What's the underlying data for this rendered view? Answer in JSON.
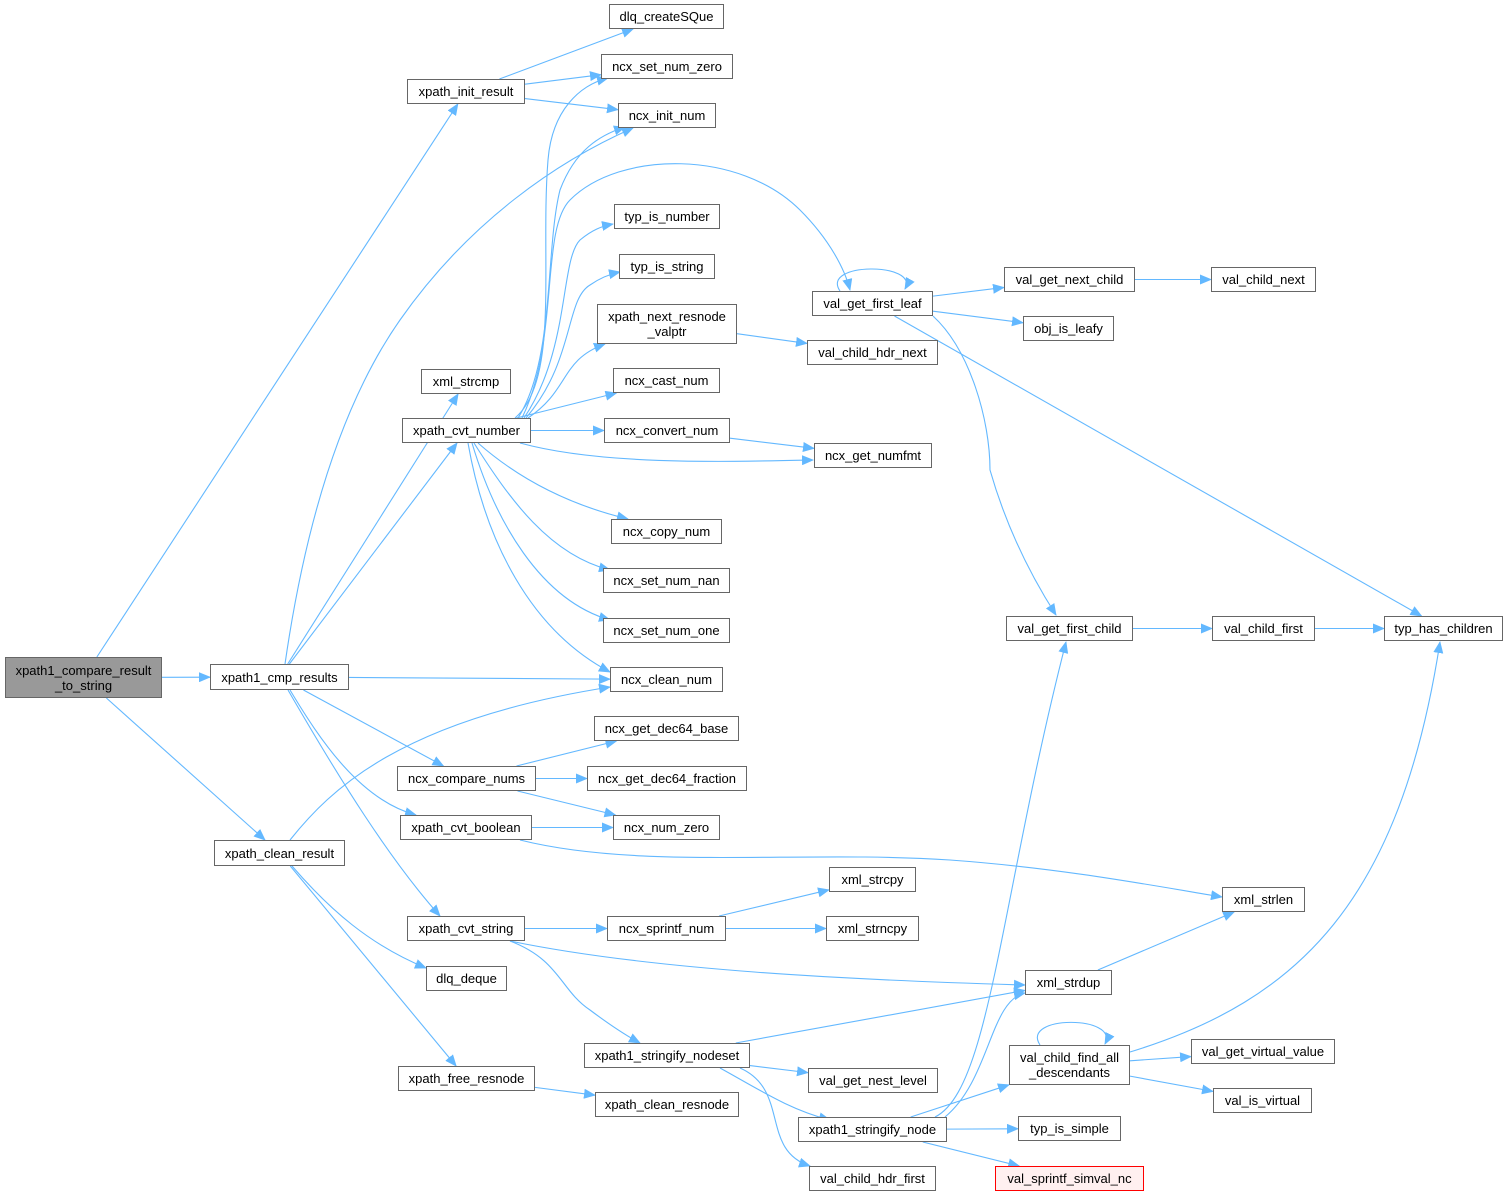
{
  "colors": {
    "edge": "#63b8ff",
    "node_border": "#666666",
    "root_fill": "#999999",
    "missing_border": "#ff0000",
    "missing_fill": "#fff0f0"
  },
  "nodes": {
    "root": [
      "xpath1_compare_result",
      "_to_string"
    ],
    "cmp_results": [
      "xpath1_cmp_results"
    ],
    "init_result": [
      "xpath_init_result"
    ],
    "xml_strcmp": [
      "xml_strcmp"
    ],
    "cvt_number": [
      "xpath_cvt_number"
    ],
    "compare_nums": [
      "ncx_compare_nums"
    ],
    "cvt_boolean": [
      "xpath_cvt_boolean"
    ],
    "clean_result": [
      "xpath_clean_result"
    ],
    "cvt_string": [
      "xpath_cvt_string"
    ],
    "dlq_deque": [
      "dlq_deque"
    ],
    "free_resnode": [
      "xpath_free_resnode"
    ],
    "createSQue": [
      "dlq_createSQue"
    ],
    "set_num_zero": [
      "ncx_set_num_zero"
    ],
    "init_num": [
      "ncx_init_num"
    ],
    "typ_is_number": [
      "typ_is_number"
    ],
    "typ_is_string": [
      "typ_is_string"
    ],
    "next_resnode": [
      "xpath_next_resnode",
      "_valptr"
    ],
    "cast_num": [
      "ncx_cast_num"
    ],
    "convert_num": [
      "ncx_convert_num"
    ],
    "copy_num": [
      "ncx_copy_num"
    ],
    "set_num_nan": [
      "ncx_set_num_nan"
    ],
    "set_num_one": [
      "ncx_set_num_one"
    ],
    "clean_num": [
      "ncx_clean_num"
    ],
    "dec64_base": [
      "ncx_get_dec64_base"
    ],
    "dec64_fraction": [
      "ncx_get_dec64_fraction"
    ],
    "num_zero": [
      "ncx_num_zero"
    ],
    "sprintf_num": [
      "ncx_sprintf_num"
    ],
    "stringify_nodeset": [
      "xpath1_stringify_nodeset"
    ],
    "clean_resnode": [
      "xpath_clean_resnode"
    ],
    "first_leaf": [
      "val_get_first_leaf"
    ],
    "child_hdr_next": [
      "val_child_hdr_next"
    ],
    "get_numfmt": [
      "ncx_get_numfmt"
    ],
    "xml_strcpy": [
      "xml_strcpy"
    ],
    "xml_strncpy": [
      "xml_strncpy"
    ],
    "nest_level": [
      "val_get_nest_level"
    ],
    "stringify_node": [
      "xpath1_stringify_node"
    ],
    "child_hdr_first": [
      "val_child_hdr_first"
    ],
    "next_child": [
      "val_get_next_child"
    ],
    "obj_is_leafy": [
      "obj_is_leafy"
    ],
    "first_child": [
      "val_get_first_child"
    ],
    "xml_strdup": [
      "xml_strdup"
    ],
    "find_all": [
      "val_child_find_all",
      "_descendants"
    ],
    "typ_is_simple": [
      "typ_is_simple"
    ],
    "sprintf_simval": [
      "val_sprintf_simval_nc"
    ],
    "child_next": [
      "val_child_next"
    ],
    "child_first": [
      "val_child_first"
    ],
    "xml_strlen": [
      "xml_strlen"
    ],
    "virtual_value": [
      "val_get_virtual_value"
    ],
    "is_virtual": [
      "val_is_virtual"
    ],
    "has_children": [
      "typ_has_children"
    ]
  },
  "edges": [
    [
      "root",
      "cmp_results"
    ],
    [
      "root",
      "init_result"
    ],
    [
      "root",
      "clean_result"
    ],
    [
      "cmp_results",
      "init_num"
    ],
    [
      "cmp_results",
      "xml_strcmp"
    ],
    [
      "cmp_results",
      "cvt_number"
    ],
    [
      "cmp_results",
      "clean_num"
    ],
    [
      "cmp_results",
      "compare_nums"
    ],
    [
      "cmp_results",
      "cvt_boolean"
    ],
    [
      "cmp_results",
      "cvt_string"
    ],
    [
      "init_result",
      "createSQue"
    ],
    [
      "init_result",
      "set_num_zero"
    ],
    [
      "init_result",
      "init_num"
    ],
    [
      "cvt_number",
      "set_num_zero"
    ],
    [
      "cvt_number",
      "init_num"
    ],
    [
      "cvt_number",
      "first_leaf"
    ],
    [
      "cvt_number",
      "typ_is_number"
    ],
    [
      "cvt_number",
      "typ_is_string"
    ],
    [
      "cvt_number",
      "next_resnode"
    ],
    [
      "cvt_number",
      "cast_num"
    ],
    [
      "cvt_number",
      "convert_num"
    ],
    [
      "cvt_number",
      "get_numfmt"
    ],
    [
      "cvt_number",
      "copy_num"
    ],
    [
      "cvt_number",
      "set_num_nan"
    ],
    [
      "cvt_number",
      "set_num_one"
    ],
    [
      "cvt_number",
      "clean_num"
    ],
    [
      "next_resnode",
      "child_hdr_next"
    ],
    [
      "convert_num",
      "get_numfmt"
    ],
    [
      "first_leaf",
      "first_leaf"
    ],
    [
      "first_leaf",
      "next_child"
    ],
    [
      "first_leaf",
      "obj_is_leafy"
    ],
    [
      "first_leaf",
      "has_children"
    ],
    [
      "first_leaf",
      "first_child"
    ],
    [
      "next_child",
      "child_next"
    ],
    [
      "first_child",
      "child_first"
    ],
    [
      "child_first",
      "has_children"
    ],
    [
      "compare_nums",
      "dec64_base"
    ],
    [
      "compare_nums",
      "dec64_fraction"
    ],
    [
      "compare_nums",
      "num_zero"
    ],
    [
      "cvt_boolean",
      "num_zero"
    ],
    [
      "cvt_boolean",
      "xml_strlen"
    ],
    [
      "clean_result",
      "clean_num"
    ],
    [
      "clean_result",
      "dlq_deque"
    ],
    [
      "clean_result",
      "free_resnode"
    ],
    [
      "cvt_string",
      "sprintf_num"
    ],
    [
      "cvt_string",
      "xml_strdup"
    ],
    [
      "cvt_string",
      "stringify_nodeset"
    ],
    [
      "sprintf_num",
      "xml_strcpy"
    ],
    [
      "sprintf_num",
      "xml_strncpy"
    ],
    [
      "xml_strdup",
      "xml_strlen"
    ],
    [
      "free_resnode",
      "clean_resnode"
    ],
    [
      "stringify_nodeset",
      "xml_strdup"
    ],
    [
      "stringify_nodeset",
      "nest_level"
    ],
    [
      "stringify_nodeset",
      "stringify_node"
    ],
    [
      "stringify_nodeset",
      "child_hdr_first"
    ],
    [
      "stringify_node",
      "first_child"
    ],
    [
      "stringify_node",
      "xml_strdup"
    ],
    [
      "stringify_node",
      "find_all"
    ],
    [
      "stringify_node",
      "typ_is_simple"
    ],
    [
      "stringify_node",
      "sprintf_simval"
    ],
    [
      "find_all",
      "find_all"
    ],
    [
      "find_all",
      "virtual_value"
    ],
    [
      "find_all",
      "is_virtual"
    ],
    [
      "find_all",
      "has_children"
    ]
  ]
}
